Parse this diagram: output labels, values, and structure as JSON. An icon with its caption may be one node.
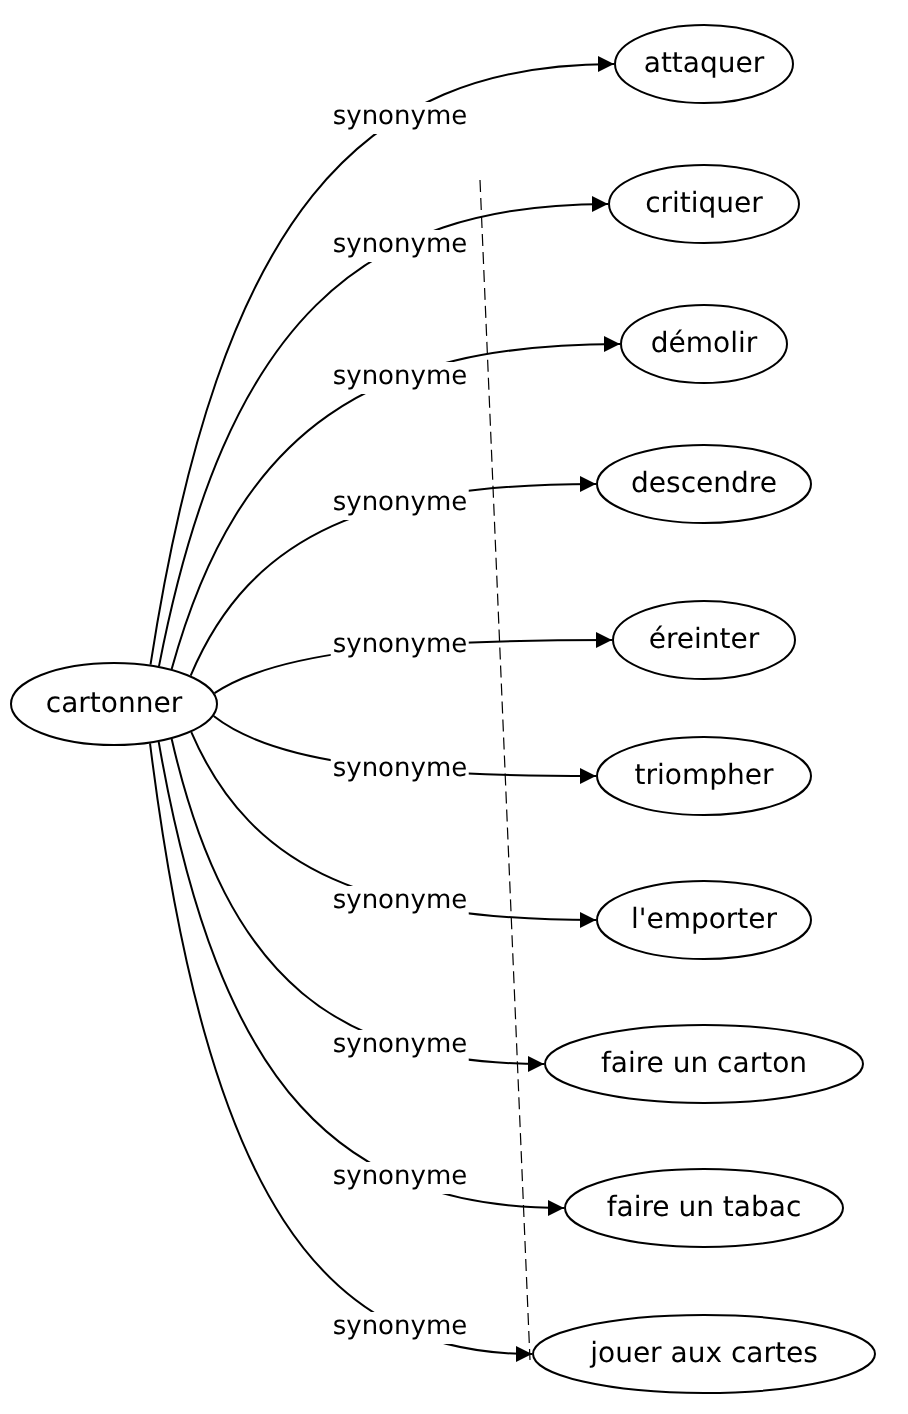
{
  "diagram": {
    "nodes": [
      {
        "text": [
          "cartonner"
        ]
      },
      {
        "text": [
          "attaquer"
        ]
      },
      {
        "text": [
          "critiquer"
        ]
      },
      {
        "text": [
          "démolir"
        ]
      },
      {
        "text": [
          "descendre"
        ]
      },
      {
        "text": [
          "éreinter"
        ]
      },
      {
        "text": [
          "triompher"
        ]
      },
      {
        "text": [
          "l'emporter"
        ]
      },
      {
        "text": [
          "faire un carton"
        ]
      },
      {
        "text": [
          "faire un tabac"
        ]
      },
      {
        "text": [
          "jouer aux cartes"
        ]
      }
    ],
    "edges": [
      {
        "from": 0,
        "to": 1,
        "arrow": "to",
        "label": "synonyme"
      },
      {
        "from": 0,
        "to": 2,
        "arrow": "to",
        "label": "synonyme"
      },
      {
        "from": 0,
        "to": 3,
        "arrow": "to",
        "label": "synonyme"
      },
      {
        "from": 0,
        "to": 4,
        "arrow": "to",
        "label": "synonyme"
      },
      {
        "from": 0,
        "to": 5,
        "arrow": "to",
        "label": "synonyme"
      },
      {
        "from": 0,
        "to": 6,
        "arrow": "to",
        "label": "synonyme"
      },
      {
        "from": 0,
        "to": 7,
        "arrow": "to",
        "label": "synonyme"
      },
      {
        "from": 0,
        "to": 8,
        "arrow": "to",
        "label": "synonyme"
      },
      {
        "from": 0,
        "to": 9,
        "arrow": "to",
        "label": "synonyme"
      },
      {
        "from": 0,
        "to": 10,
        "arrow": "to",
        "label": "synonyme"
      }
    ]
  }
}
